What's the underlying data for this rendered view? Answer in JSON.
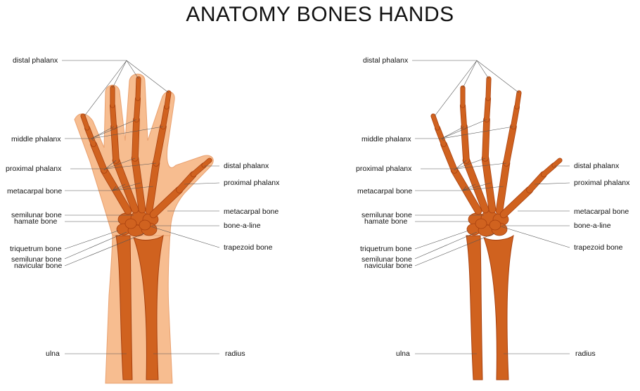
{
  "title": "ANATOMY BONES HANDS",
  "colors": {
    "bone": "#d0621f",
    "bone_dark": "#a8410f",
    "skin": "#f7bd90",
    "skin_dark": "#e9a170"
  },
  "labels": {
    "distal_phalanx_top": "distal phalanx",
    "middle_phalanx": "middle phalanx",
    "proximal_phalanx_left": "proximal phalanx",
    "metacarpal_left": "metacarpal bone",
    "semilunar_top": "semilunar bone",
    "hamate": "hamate bone",
    "triquetrum": "triquetrum bone",
    "semilunar_bottom": "semilunar bone",
    "navicular": "navicular bone",
    "ulna": "ulna",
    "distal_phalanx_thumb": "distal phalanx",
    "proximal_phalanx_thumb": "proximal phalanx",
    "metacarpal_right": "metacarpal bone",
    "bone_a_line": "bone-a-line",
    "trapezoid": "trapezoid bone",
    "radius": "radius"
  }
}
